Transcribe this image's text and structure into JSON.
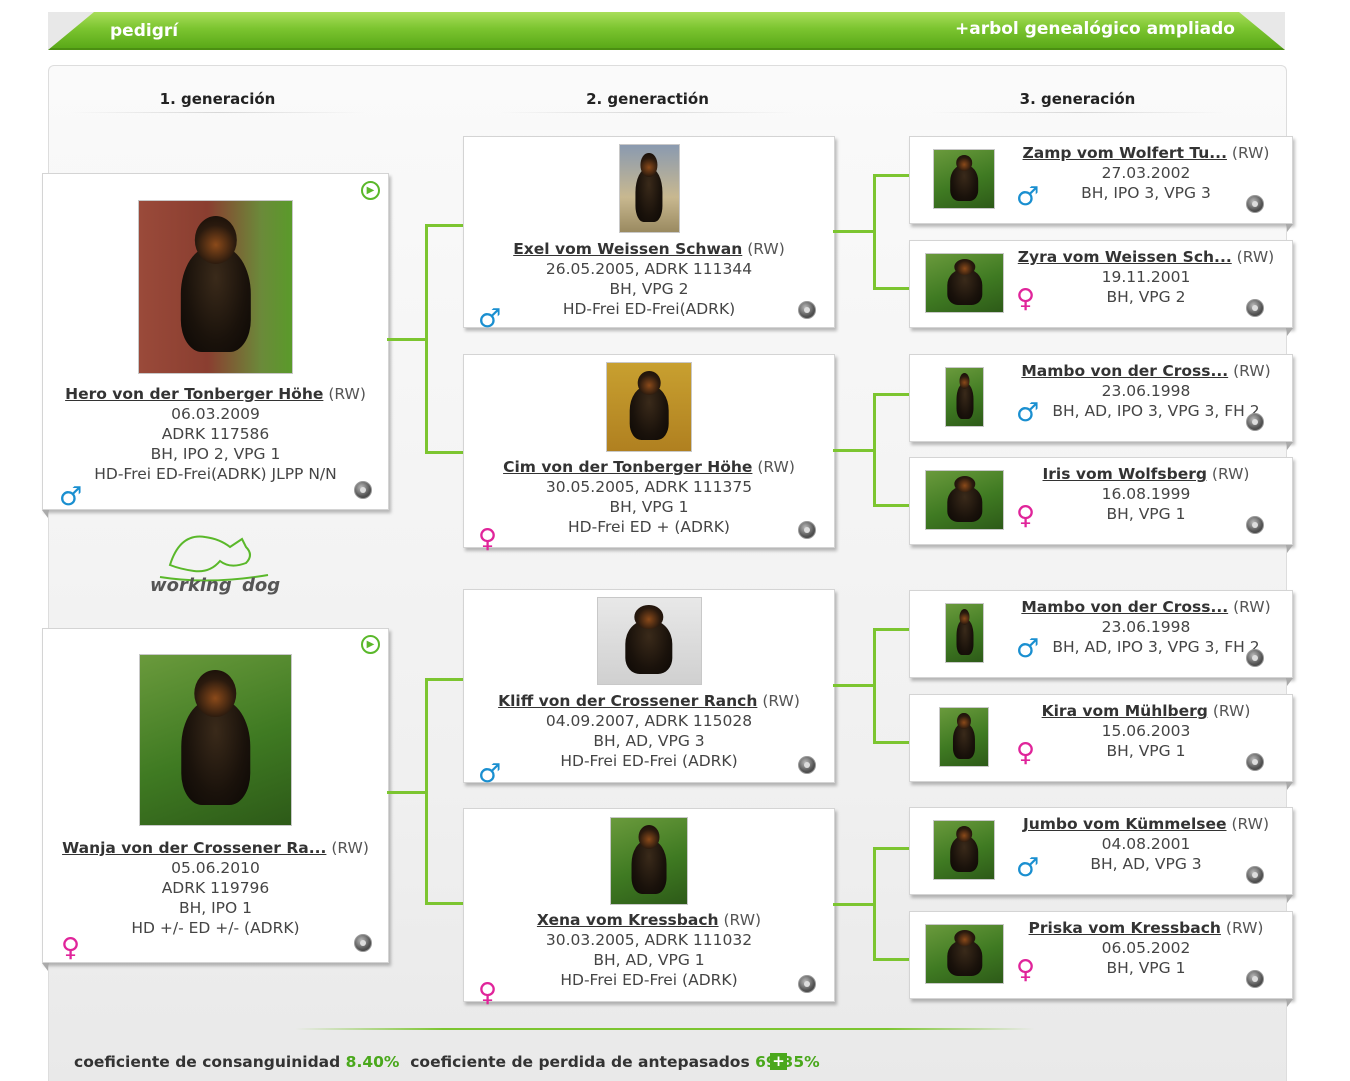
{
  "header": {
    "title": "pedigrí",
    "extended_link": "+arbol genealógico ampliado"
  },
  "generations": [
    "1. generación",
    "2. generactión",
    "3. generación"
  ],
  "gen1": [
    {
      "name": "Hero von der Tonberger Höhe",
      "tag": "(RW)",
      "line1": "06.03.2009",
      "line2": "ADRK 117586",
      "line3": "BH, IPO 2, VPG 1",
      "line4": "HD-Frei ED-Frei(ADRK) JLPP N/N",
      "sex": "♂"
    },
    {
      "name": "Wanja von der Crossener Ra...",
      "tag": "(RW)",
      "line1": "05.06.2010",
      "line2": "ADRK 119796",
      "line3": "BH, IPO 1",
      "line4": "HD +/- ED +/- (ADRK)",
      "sex": "♀"
    }
  ],
  "gen2": [
    {
      "name": "Exel vom Weissen Schwan",
      "tag": "(RW)",
      "line1": "26.05.2005, ADRK 111344",
      "line2": "BH, VPG 2",
      "line3": "HD-Frei ED-Frei(ADRK)",
      "sex": "♂"
    },
    {
      "name": "Cim von der Tonberger Höhe",
      "tag": "(RW)",
      "line1": "30.05.2005, ADRK 111375",
      "line2": "BH, VPG 1",
      "line3": "HD-Frei ED + (ADRK)",
      "sex": "♀"
    },
    {
      "name": "Kliff von der Crossener Ranch",
      "tag": "(RW)",
      "line1": "04.09.2007, ADRK 115028",
      "line2": "BH, AD, VPG 3",
      "line3": "HD-Frei ED-Frei (ADRK)",
      "sex": "♂"
    },
    {
      "name": "Xena vom Kressbach",
      "tag": "(RW)",
      "line1": "30.03.2005, ADRK 111032",
      "line2": "BH, AD, VPG 1",
      "line3": "HD-Frei ED-Frei (ADRK)",
      "sex": "♀"
    }
  ],
  "gen3": [
    {
      "name": "Zamp vom Wolfert Tu...",
      "tag": "(RW)",
      "line1": "27.03.2002",
      "line2": "BH, IPO 3, VPG 3",
      "sex": "♂"
    },
    {
      "name": "Zyra vom Weissen Sch...",
      "tag": "(RW)",
      "line1": "19.11.2001",
      "line2": "BH, VPG 2",
      "sex": "♀"
    },
    {
      "name": "Mambo von der Cross...",
      "tag": "(RW)",
      "line1": "23.06.1998",
      "line2": "BH, AD, IPO 3, VPG 3, FH 2",
      "sex": "♂"
    },
    {
      "name": "Iris vom Wolfsberg",
      "tag": "(RW)",
      "line1": "16.08.1999",
      "line2": "BH, VPG 1",
      "sex": "♀"
    },
    {
      "name": "Mambo von der Cross...",
      "tag": "(RW)",
      "line1": "23.06.1998",
      "line2": "BH, AD, IPO 3, VPG 3, FH 2",
      "sex": "♂"
    },
    {
      "name": "Kira vom Mühlberg",
      "tag": "(RW)",
      "line1": "15.06.2003",
      "line2": "BH, VPG 1",
      "sex": "♀"
    },
    {
      "name": "Jumbo vom Kümmelsee",
      "tag": "(RW)",
      "line1": "04.08.2001",
      "line2": "BH, AD, VPG 3",
      "sex": "♂"
    },
    {
      "name": "Priska vom Kressbach",
      "tag": "(RW)",
      "line1": "06.05.2002",
      "line2": "BH, VPG 1",
      "sex": "♀"
    }
  ],
  "logo": {
    "word1": "working",
    "word2": "dog"
  },
  "footer": {
    "coi_label": "coeficiente de consanguinidad",
    "coi_value": "8.40%",
    "ancestor_loss_label": "coeficiente de perdida de antepasados",
    "ancestor_loss_value": "69.35%",
    "plus": "+"
  },
  "colors": {
    "accent": "#7cc530",
    "male": "#1a8fd0",
    "female": "#e0249a"
  }
}
